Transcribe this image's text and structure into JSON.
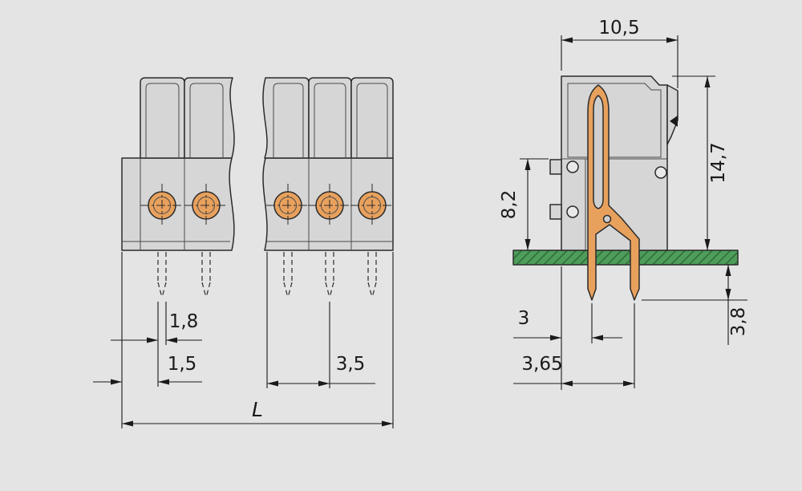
{
  "colors": {
    "background": "#e4e4e4",
    "line": "#2b2b2b",
    "housing": "#d6d6d6",
    "housing_inner": "#cfcfcf",
    "contact": "#e8a15d",
    "hole": "#e9e9e9",
    "pcb": "#4e9d5b",
    "pcb_hatch": "#2f6b3a"
  },
  "front_view": {
    "dim_pin_width": "1,8",
    "dim_edge_offset": "1,5",
    "dim_pitch": "3,5",
    "dim_total_length": "L"
  },
  "side_view": {
    "dim_width": "10,5",
    "dim_height": "14,7",
    "dim_body_height": "8,2",
    "dim_pin_offset": "3",
    "dim_pin_spacing": "3,65",
    "dim_pin_protrusion": "3,8"
  }
}
